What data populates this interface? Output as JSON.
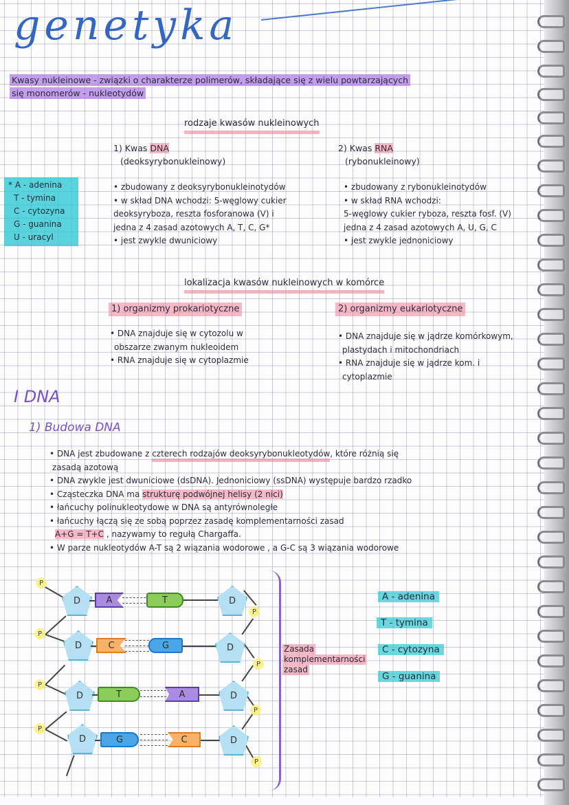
{
  "page": {
    "title": "genetyka",
    "intro": {
      "line1": "Kwasy nukleinowe - związki o charakterze polimerów, składające się z wielu powtarzających",
      "line2": "się monomerów - nukleotydów"
    },
    "types_section": {
      "heading": "rodzaje kwasów nukleinowych",
      "dna": {
        "label": "1) Kwas ",
        "highlight": "DNA",
        "subtitle": "(deoksyrybonukleinowy)",
        "bullets": [
          "• zbudowany z deoksyrybonukleinotydów",
          "• w skład DNA wchodzi: 5-węglowy cukier",
          "deoksyryboza, reszta fosforanowa (V) i",
          "jedna z 4 zasad azotowych A, T, C, G*",
          "• jest zwykle dwuniciowy"
        ]
      },
      "rna": {
        "label": "2) Kwas ",
        "highlight": "RNA",
        "subtitle": "(rybonukleinowy)",
        "bullets": [
          "• zbudowany z rybonukleinotydów",
          "• w skład RNA wchodzi:",
          "5-węglowy cukier ryboza, reszta fosf. (V)",
          "jedna z 4 zasad azotowych A, U, G, C",
          "• jest zwykle jednoniciowy"
        ]
      }
    },
    "legend_left": {
      "star": "*",
      "items": [
        "A - adenina",
        "T - tymina",
        "C - cytozyna",
        "G - guanina",
        "U - uracyl"
      ]
    },
    "location_section": {
      "heading": "lokalizacja kwasów nukleinowych w komórce",
      "prokaryotes": {
        "heading": "1) organizmy prokariotyczne",
        "bullets": [
          "• DNA znajduje się w cytozolu w",
          "obszarze zwanym nukleoidem",
          "• RNA znajduje się w cytoplazmie"
        ]
      },
      "eukaryotes": {
        "heading": "2) organizmy eukariotyczne",
        "bullets": [
          "• DNA znajduje się w jądrze komórkowym,",
          "plastydach i mitochondriach",
          "• RNA znajduje się w jądrze kom. i",
          "cytoplazmie"
        ]
      }
    },
    "dna_section": {
      "heading": "I DNA",
      "subheading": "1) Budowa DNA",
      "bullets": [
        {
          "pre": "• DNA jest zbudowane z ",
          "hl": "czterech rodzajów deoksyrybonukleotydów",
          "post": ", które różnią się"
        },
        {
          "pre": "zasadą azotową",
          "hl": "",
          "post": ""
        },
        {
          "pre": "• DNA zwykle jest dwuniciowe (dsDNA). Jednoniciowy (ssDNA) występuje bardzo rzadko",
          "hl": "",
          "post": ""
        },
        {
          "pre": "• Cząsteczka DNA ma ",
          "hl": "strukturę podwójnej helisy (2 nici)",
          "post": ""
        },
        {
          "pre": "• łańcuchy polinukleotydowe w DNA są antyrównoległe",
          "hl": "",
          "post": ""
        },
        {
          "pre": "• łańcuchy łączą się ze sobą poprzez zasadę komplementarności zasad",
          "hl": "",
          "post": ""
        },
        {
          "pre": "",
          "hl": "A+G = T+C",
          "post": " , nazywamy to regułą Chargaffa."
        },
        {
          "pre": "• W parze nukleotydów A-T są 2 wiązania wodorowe , a G-C są 3 wiązania wodorowe",
          "hl": "",
          "post": ""
        }
      ]
    },
    "diagram": {
      "sugar_label": "D",
      "phosphate_label": "P",
      "pairs": [
        {
          "left": "A",
          "right": "T",
          "bonds": 2
        },
        {
          "left": "C",
          "right": "G",
          "bonds": 3
        },
        {
          "left": "T",
          "right": "A",
          "bonds": 2
        },
        {
          "left": "G",
          "right": "C",
          "bonds": 3
        }
      ],
      "brace_label": [
        "Zasada",
        "komplementarności",
        "zasad"
      ],
      "key": [
        "A - adenina",
        "T - tymina",
        "C - cytozyna",
        "G - guanina"
      ]
    },
    "colors": {
      "title_blue": "#3466c4",
      "highlight_purple": "#ac78e6",
      "highlight_pink": "#f08296",
      "highlight_teal": "#2cc8d2",
      "adenine": "#a98be0",
      "thymine": "#8ccd5a",
      "cytosine": "#f7b26a",
      "guanine": "#4aa6e6",
      "deoxyribose": "#b5dff2",
      "phosphate": "#faf078"
    }
  }
}
